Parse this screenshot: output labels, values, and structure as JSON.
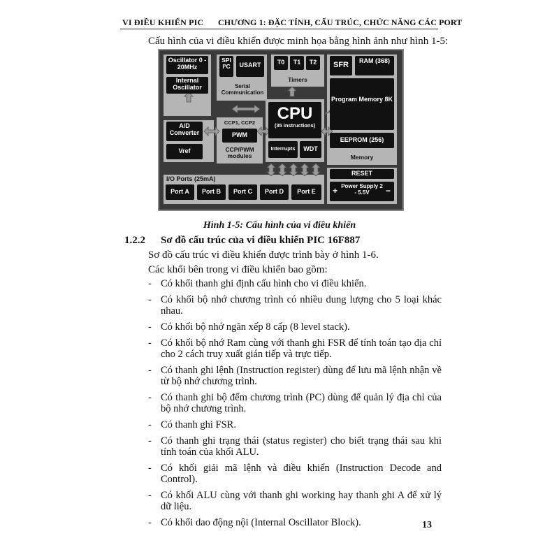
{
  "header": {
    "left": "VI ĐIỀU KHIỂN PIC",
    "right": "CHƯƠNG 1: ĐẶC TÍNH, CẤU TRÚC, CHỨC NĂNG CÁC PORT"
  },
  "intro": "Cấu hình của vi điều khiển được minh họa bằng hình ảnh như hình 1-5:",
  "figure": {
    "oscillator": "Oscillator 0 - 20MHz",
    "internal_osc": "Internal Oscillator",
    "spi": "SPI",
    "i2c": "I²C",
    "usart": "USART",
    "serial_comm": "Serial Communication",
    "t0": "T0",
    "t1": "T1",
    "t2": "T2",
    "timers": "Timers",
    "sfr": "SFR",
    "ram": "RAM (368)",
    "program_memory": "Program Memory 8K",
    "eeprom": "EEPROM (256)",
    "memory": "Memory",
    "cpu": "CPU",
    "cpu_sub": "(35 instructions)",
    "interrupts": "Interrupts",
    "wdt": "WDT",
    "ad_converter": "A/D Converter",
    "vref": "Vref",
    "ccp": "CCP1, CCP2",
    "pwm": "PWM",
    "ccp_pwm": "CCP/PWM modules",
    "io_ports": "I/O Ports (25mA)",
    "ports": [
      "Port A",
      "Port B",
      "Port C",
      "Port D",
      "Port E"
    ],
    "reset": "RESET",
    "power_supply": "Power Supply 2 - 5.5V",
    "plus": "+",
    "minus": "−"
  },
  "caption": "Hình 1-5: Cấu hình của vi điều khiển",
  "section": {
    "number": "1.2.2",
    "title": "Sơ đồ cấu trúc của vi điều khiển PIC 16F887"
  },
  "para1": "Sơ đồ cấu trúc vi điều khiển được trình bày ở hình 1-6.",
  "para2": "Các khối bên trong vi điều khiển bao gồm:",
  "bullets": [
    "Có khối thanh ghi định cấu hình cho vi điều khiển.",
    "Có khối bộ nhớ chương trình có nhiều dung lượng cho 5 loại khác nhau.",
    "Có khối bộ nhớ ngăn xếp 8 cấp (8 level stack).",
    "Có khối bộ nhớ Ram cùng với thanh ghi FSR để tính toán tạo địa chỉ cho 2 cách truy xuất gián tiếp và trực tiếp.",
    "Có thanh ghi lệnh (Instruction register) dùng để lưu mã lệnh nhận về từ bộ nhớ chương trình.",
    "Có thanh ghi bộ đếm chương trình (PC) dùng để quản lý địa chỉ của bộ nhớ chương trình.",
    "Có thanh ghi FSR.",
    "Có thanh ghi trạng thái (status register) cho biết trạng thái sau khi tính toán của khối ALU.",
    "Có khối giải mã lệnh và điều khiển (Instruction Decode and Control).",
    "Có khối ALU cùng với thanh ghi working hay thanh ghi A để xử lý dữ liệu.",
    "Có khối dao động nội (Internal Oscillator Block)."
  ],
  "bullet_dash": "-",
  "page_number": "13"
}
